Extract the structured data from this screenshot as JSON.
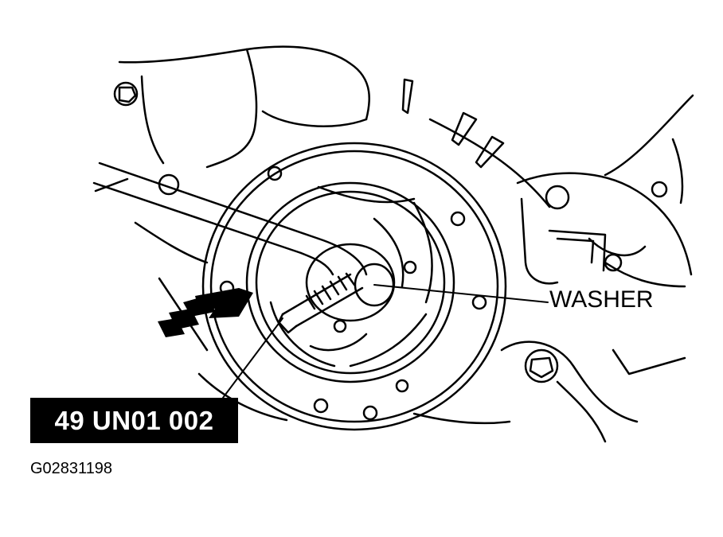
{
  "labels": {
    "tool_number": "49 UN01 002",
    "washer": "WASHER",
    "figure_id": "G02831198"
  }
}
